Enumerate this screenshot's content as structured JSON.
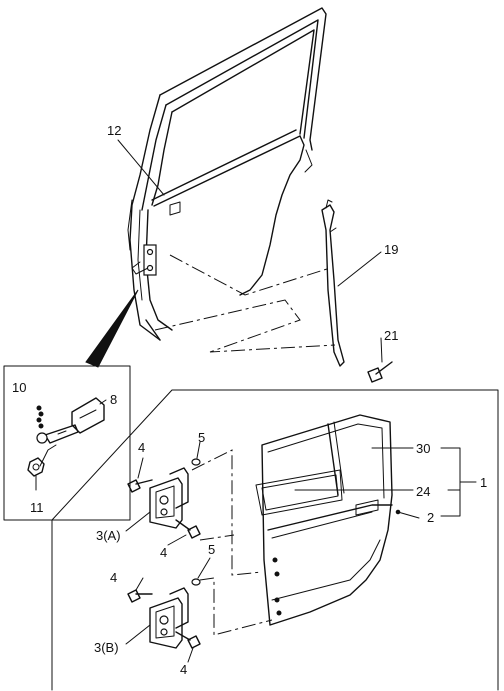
{
  "callouts": {
    "c12": "12",
    "c19": "19",
    "c21": "21",
    "c10": "10",
    "c8": "8",
    "c11": "11",
    "c30": "30",
    "c24": "24",
    "c1": "1",
    "c2": "2",
    "c4_a": "4",
    "c5_a": "5",
    "c3a": "3(A)",
    "c4_b": "4",
    "c4_c": "4",
    "c5_b": "5",
    "c3b": "3(B)",
    "c4_d": "4"
  }
}
